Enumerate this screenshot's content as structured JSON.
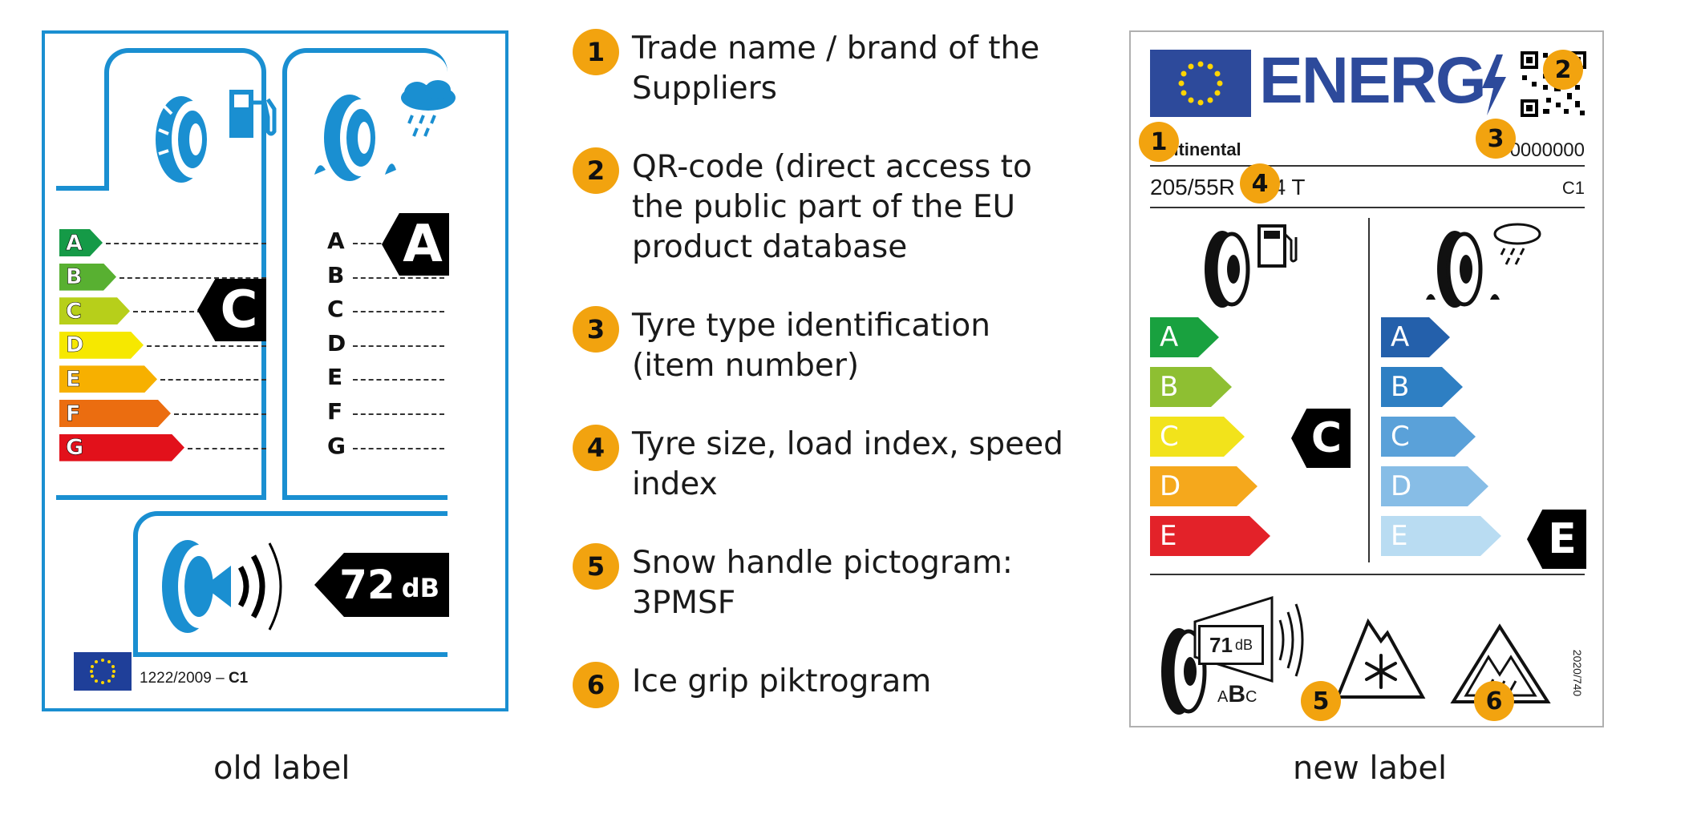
{
  "old_label": {
    "fuel_scale": [
      "A",
      "B",
      "C",
      "D",
      "E",
      "F",
      "G"
    ],
    "fuel_colors": [
      "#159a47",
      "#58b031",
      "#b7cf1a",
      "#f6e800",
      "#f7b000",
      "#eb6d10",
      "#e2111b"
    ],
    "fuel_rating": "C",
    "wet_scale": [
      "A",
      "B",
      "C",
      "D",
      "E",
      "F",
      "G"
    ],
    "wet_rating": "A",
    "noise_value": "72",
    "noise_unit": "dB",
    "regulation_prefix": "1222/2009 – ",
    "regulation_class": "C1",
    "accent_color": "#1a8fd1"
  },
  "legend": [
    {
      "num": "1",
      "text": "Trade name / brand of the Suppliers"
    },
    {
      "num": "2",
      "text": "QR-code (direct access to the public part of the EU product database"
    },
    {
      "num": "3",
      "text": "Tyre type identification (item number)"
    },
    {
      "num": "4",
      "text": "Tyre size, load index, speed index"
    },
    {
      "num": "5",
      "text": "Snow handle pictogram: 3PMSF"
    },
    {
      "num": "6",
      "text": "Ice grip piktrogram"
    }
  ],
  "new_label": {
    "energy_text": "ENERG",
    "brand": "ntinental",
    "item_number": "0000000",
    "size_left": "205/55R",
    "size_right": "94 T",
    "tyre_class": "C1",
    "fuel_scale": [
      "A",
      "B",
      "C",
      "D",
      "E"
    ],
    "fuel_colors": [
      "#19a13f",
      "#8ebf32",
      "#f2e31b",
      "#f5a81c",
      "#e32229"
    ],
    "fuel_rating": "C",
    "wet_scale": [
      "A",
      "B",
      "C",
      "D",
      "E"
    ],
    "wet_colors": [
      "#2460ab",
      "#2e7fc3",
      "#5aa1d9",
      "#87bde6",
      "#b9dcf2"
    ],
    "wet_rating": "E",
    "noise_value": "71",
    "noise_unit": "dB",
    "noise_class_a": "A",
    "noise_class_b": "B",
    "noise_class_c": "C",
    "regulation": "2020/740",
    "badges": [
      "1",
      "2",
      "3",
      "4",
      "5",
      "6"
    ]
  },
  "captions": {
    "old": "old label",
    "new": "new label"
  }
}
